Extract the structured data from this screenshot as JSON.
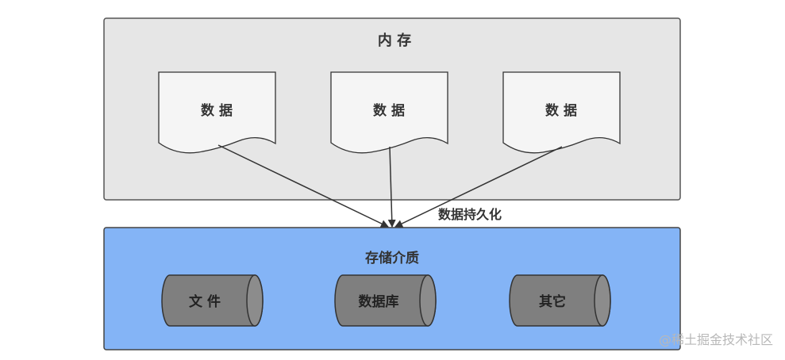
{
  "memory": {
    "title": "内 存"
  },
  "documents": [
    {
      "label": "数 据"
    },
    {
      "label": "数 据"
    },
    {
      "label": "数 据"
    }
  ],
  "persistence": {
    "label": "数据持久化"
  },
  "storage": {
    "title": "存储介质",
    "media": [
      {
        "label": "文 件"
      },
      {
        "label": "数据库"
      },
      {
        "label": "其它"
      }
    ]
  },
  "watermark": {
    "text": "@稀土掘金技术社区"
  },
  "colors": {
    "memory_fill": "#e6e6e6",
    "memory_stroke": "#555555",
    "storage_fill": "#84b4f6",
    "storage_stroke": "#444444",
    "doc_fill": "#f5f5f5",
    "cylinder_fill": "#7f7f7f",
    "arrow": "#333333",
    "text": "#333333"
  }
}
